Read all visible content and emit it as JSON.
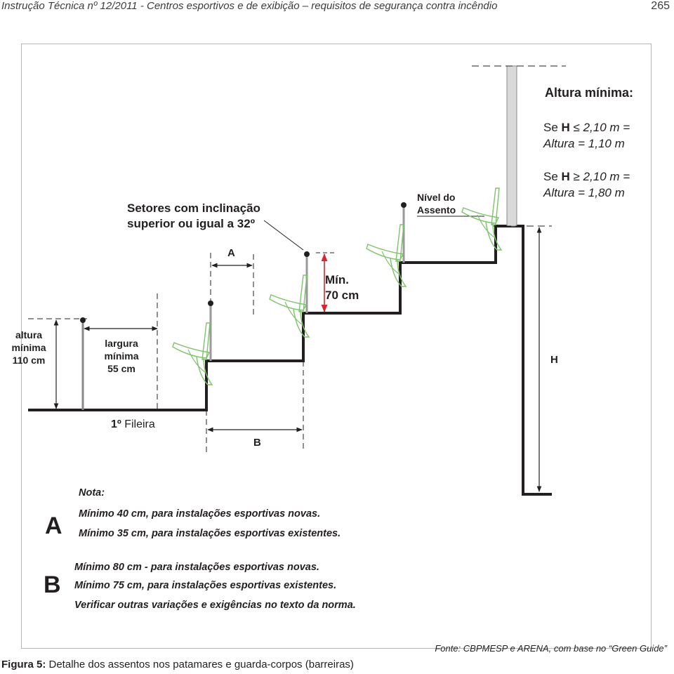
{
  "header": {
    "title": "Instrução Técnica nº 12/2011 - Centros esportivos e de exibição – requisitos de segurança contra incêndio",
    "page_number": "265"
  },
  "diagram": {
    "sectors_label_line1": "Setores com inclinação",
    "sectors_label_line2": "superior ou igual a 32º",
    "seat_level_line1": "Nível do",
    "seat_level_line2": "Assento",
    "min_height_title": "Altura mínima:",
    "rule1_line1_pre": "Se ",
    "rule1_line1_h": "H",
    "rule1_line1_rest": " ≤ 2,10 m =",
    "rule1_line2": "Altura = 1,10 m",
    "rule2_line1_pre": "Se ",
    "rule2_line1_h": "H",
    "rule2_line1_rest": " ≥ 2,10 m =",
    "rule2_line2": "Altura = 1,80 m",
    "dim_a": "A",
    "dim_b": "B",
    "dim_h": "H",
    "min70_line1": "Mín.",
    "min70_line2": "70 cm",
    "alt_min_line1": "altura",
    "alt_min_line2": "mínima",
    "alt_min_line3": "110 cm",
    "larg_min_line1": "largura",
    "larg_min_line2": "mínima",
    "larg_min_line3": "55 cm",
    "first_row_num": "1º",
    "first_row_text": " Fileira",
    "accent_red": "#d7262e",
    "seat_green": "#7dc36b"
  },
  "notes": {
    "title": "Nota:",
    "a_letter": "A",
    "a_line1": "Mínimo 40 cm, para instalações esportivas novas.",
    "a_line2": "Mínimo 35 cm, para instalações esportivas existentes.",
    "b_letter": "B",
    "b_line1": "Mínimo 80 cm - para instalações esportivas novas.",
    "b_line2": "Mínimo 75 cm, para instalações esportivas existentes.",
    "b_line3": "Verificar outras variações e exigências no texto da norma."
  },
  "source": "Fonte: CBPMESP e ARENA, com base no “Green Guide”",
  "caption": {
    "label": "Figura 5:",
    "text": " Detalhe dos assentos nos patamares e guarda-corpos (barreiras)"
  }
}
